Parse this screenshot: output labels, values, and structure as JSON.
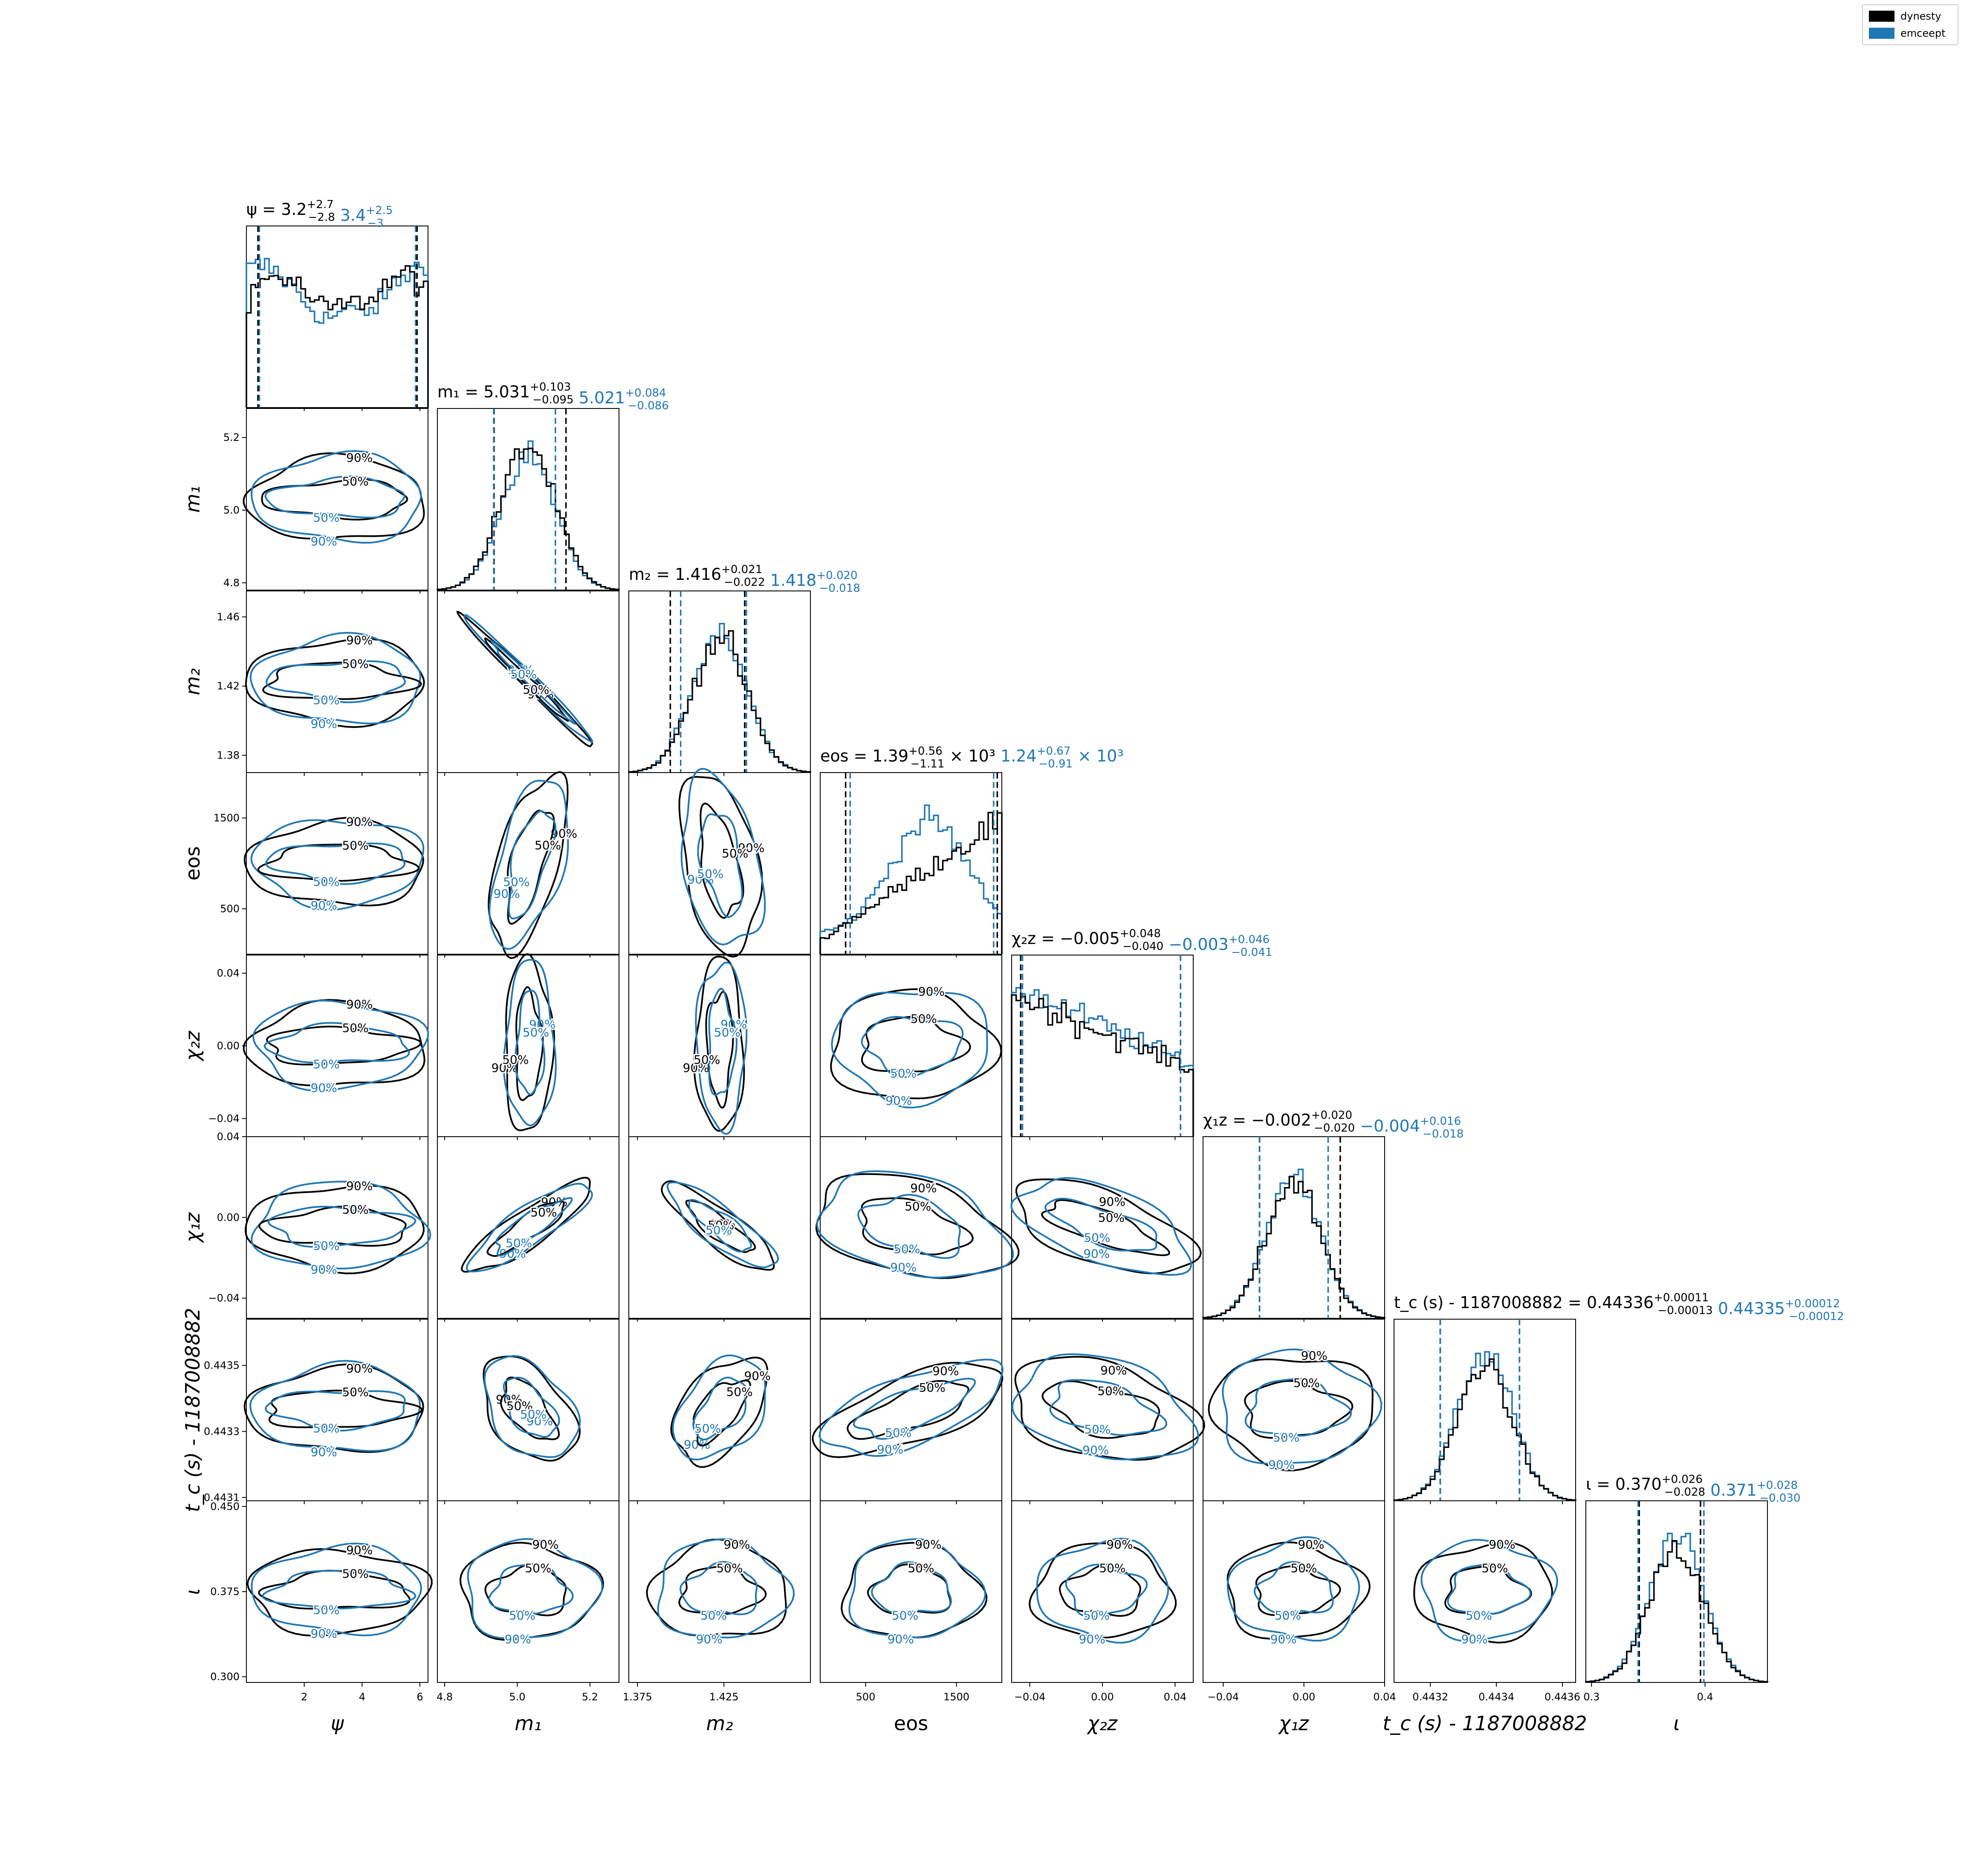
{
  "chart_data": {
    "type": "corner",
    "series": [
      {
        "name": "dynesty",
        "color": "#000000"
      },
      {
        "name": "emceept",
        "color": "#1f77b4"
      }
    ],
    "contour_levels": [
      "50%",
      "90%"
    ],
    "parameters": [
      {
        "id": "psi",
        "axis_label": "ψ",
        "range": [
          0,
          6.28
        ],
        "ticks": [
          2,
          4,
          6
        ],
        "title_value": "ψ = 3.2",
        "title_sup": "+2.7",
        "title_sub": "−2.8",
        "title_value_2": "3.4",
        "title_sup_2": "+2.5",
        "title_sub_2": "−3",
        "quantiles_1": [
          0.4,
          5.9
        ],
        "quantiles_2": [
          0.45,
          5.85
        ]
      },
      {
        "id": "m1",
        "axis_label": "m₁",
        "range": [
          4.78,
          5.28
        ],
        "ticks": [
          4.8,
          5.0,
          5.2
        ],
        "tick_labels": [
          "4.8",
          "5.0",
          "5.2"
        ],
        "title_value": "m₁ = 5.031",
        "title_sup": "+0.103",
        "title_sub": "−0.095",
        "title_value_2": "5.021",
        "title_sup_2": "+0.084",
        "title_sub_2": "−0.086",
        "quantiles_1": [
          4.936,
          5.134
        ],
        "quantiles_2": [
          4.935,
          5.105
        ]
      },
      {
        "id": "m2",
        "axis_label": "m₂",
        "range": [
          1.37,
          1.475
        ],
        "ticks": [
          1.375,
          1.425
        ],
        "tick_labels": [
          "1.375",
          "1.425"
        ],
        "title_value": "m₂ = 1.416",
        "title_sup": "+0.021",
        "title_sub": "−0.022",
        "title_value_2": "1.418",
        "title_sup_2": "+0.020",
        "title_sub_2": "−0.018",
        "quantiles_1": [
          1.394,
          1.437
        ],
        "quantiles_2": [
          1.4,
          1.438
        ]
      },
      {
        "id": "eos",
        "axis_label": "eos",
        "range": [
          0,
          2000
        ],
        "ticks": [
          500,
          1500
        ],
        "tick_labels": [
          "500",
          "1500"
        ],
        "title_value": "eos = 1.39",
        "title_sup": "+0.56",
        "title_sub": "−1.11",
        "title_unit": "× 10³",
        "title_value_2": "1.24",
        "title_sup_2": "+0.67",
        "title_sub_2": "−0.91",
        "title_unit_2": "× 10³",
        "quantiles_1": [
          280,
          1950
        ],
        "quantiles_2": [
          330,
          1910
        ]
      },
      {
        "id": "chi2z",
        "axis_label": "χ₂z",
        "range": [
          -0.05,
          0.05
        ],
        "ticks": [
          -0.04,
          0.0,
          0.04
        ],
        "tick_labels": [
          "−0.04",
          "0.00",
          "0.04"
        ],
        "title_value": "χ₂z = −0.005",
        "title_sup": "+0.048",
        "title_sub": "−0.040",
        "title_value_2": "−0.003",
        "title_sup_2": "+0.046",
        "title_sub_2": "−0.041",
        "quantiles_1": [
          -0.045,
          0.043
        ],
        "quantiles_2": [
          -0.044,
          0.043
        ]
      },
      {
        "id": "chi1z",
        "axis_label": "χ₁z",
        "range": [
          -0.05,
          0.04
        ],
        "ticks": [
          -0.04,
          0.0,
          0.04
        ],
        "tick_labels": [
          "−0.04",
          "0.00",
          "0.04"
        ],
        "title_value": "χ₁z = −0.002",
        "title_sup": "+0.020",
        "title_sub": "−0.020",
        "title_value_2": "−0.004",
        "title_sup_2": "+0.016",
        "title_sub_2": "−0.018",
        "quantiles_1": [
          -0.022,
          0.018
        ],
        "quantiles_2": [
          -0.022,
          0.012
        ]
      },
      {
        "id": "tc",
        "axis_label": "t_c (s) - 1187008882",
        "range": [
          0.44309,
          0.44364
        ],
        "ticks": [
          0.4432,
          0.4434,
          0.4436
        ],
        "tick_labels": [
          "0.4432",
          "0.4434",
          "0.4436"
        ],
        "title_value": "t_c (s) - 1187008882 = 0.44336",
        "title_sup": "+0.00011",
        "title_sub": "−0.00013",
        "title_value_2": "0.44335",
        "title_sup_2": "+0.00012",
        "title_sub_2": "−0.00012",
        "quantiles_1": [
          0.44323,
          0.44347
        ],
        "quantiles_2": [
          0.44323,
          0.44347
        ]
      },
      {
        "id": "iota",
        "axis_label": "ι",
        "range": [
          0.295,
          0.455
        ],
        "ticks": [
          0.3,
          0.4
        ],
        "tick_labels": [
          "0.3",
          "0.4"
        ],
        "title_value": "ι = 0.370",
        "title_sup": "+0.026",
        "title_sub": "−0.028",
        "title_value_2": "0.371",
        "title_sup_2": "+0.028",
        "title_sub_2": "−0.030",
        "quantiles_1": [
          0.342,
          0.396
        ],
        "quantiles_2": [
          0.341,
          0.399
        ]
      }
    ],
    "left_axis_ticks": {
      "m1": [
        "5.2",
        "5.0",
        "4.8"
      ],
      "m2": [
        "1.46",
        "1.42",
        "1.38"
      ],
      "eos": [
        "1500",
        "500"
      ],
      "chi2z": [
        "0.04",
        "0.00",
        "−0.04"
      ],
      "chi1z": [
        "0.04",
        "0.00",
        "−0.04"
      ],
      "tc": [
        "0.4435",
        "0.4433",
        "0.4431"
      ],
      "iota": [
        "0.450",
        "0.375",
        "0.300"
      ]
    },
    "left_axis_tick_values": {
      "m1": [
        5.2,
        5.0,
        4.8
      ],
      "m2": [
        1.46,
        1.42,
        1.38
      ],
      "eos": [
        1500,
        500
      ],
      "chi2z": [
        0.04,
        0.0,
        -0.04
      ],
      "chi1z": [
        0.04,
        0.0,
        -0.04
      ],
      "tc": [
        0.4435,
        0.4433,
        0.4431
      ],
      "iota": [
        0.45,
        0.375,
        0.3
      ]
    }
  },
  "legend": {
    "items": [
      {
        "label": "dynesty",
        "color": "#000000"
      },
      {
        "label": "emceept",
        "color": "#1f77b4"
      }
    ]
  }
}
